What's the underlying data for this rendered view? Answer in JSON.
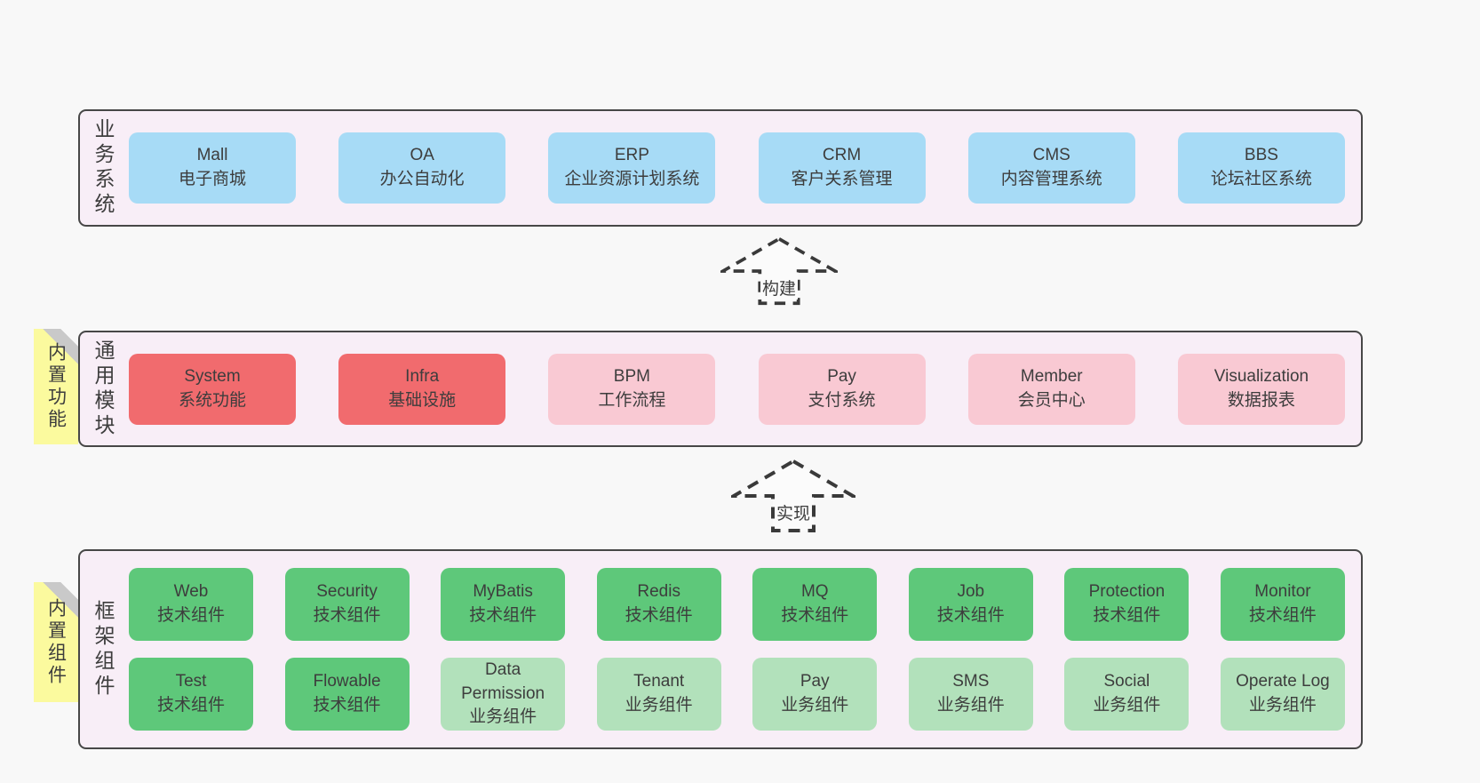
{
  "colors": {
    "page_bg": "#f8f8f8",
    "panel_bg": "#f8eef7",
    "panel_border": "#474747",
    "box_blue": "#a7dbf6",
    "box_red": "#f16b6e",
    "box_pink": "#f9c9d3",
    "box_green": "#5ec87a",
    "box_light_green": "#b2e1bb",
    "note_yellow": "#fbfa9e",
    "note_fold_gray": "#c9c9c9",
    "text": "#3d3d3d",
    "arrow_stroke": "#3a3a3a"
  },
  "layers": [
    {
      "label": "业务系统",
      "boxes": [
        {
          "title": "Mall",
          "subtitle": "电子商城"
        },
        {
          "title": "OA",
          "subtitle": "办公自动化"
        },
        {
          "title": "ERP",
          "subtitle": "企业资源计划系统"
        },
        {
          "title": "CRM",
          "subtitle": "客户关系管理"
        },
        {
          "title": "CMS",
          "subtitle": "内容管理系统"
        },
        {
          "title": "BBS",
          "subtitle": "论坛社区系统"
        }
      ]
    },
    {
      "label": "通用模块",
      "note": "内置功能",
      "boxes": [
        {
          "title": "System",
          "subtitle": "系统功能"
        },
        {
          "title": "Infra",
          "subtitle": "基础设施"
        },
        {
          "title": "BPM",
          "subtitle": "工作流程"
        },
        {
          "title": "Pay",
          "subtitle": "支付系统"
        },
        {
          "title": "Member",
          "subtitle": "会员中心"
        },
        {
          "title": "Visualization",
          "subtitle": "数据报表"
        }
      ]
    },
    {
      "label": "框架组件",
      "note": "内置组件",
      "rows": [
        [
          {
            "title": "Web",
            "subtitle": "技术组件"
          },
          {
            "title": "Security",
            "subtitle": "技术组件"
          },
          {
            "title": "MyBatis",
            "subtitle": "技术组件"
          },
          {
            "title": "Redis",
            "subtitle": "技术组件"
          },
          {
            "title": "MQ",
            "subtitle": "技术组件"
          },
          {
            "title": "Job",
            "subtitle": "技术组件"
          },
          {
            "title": "Protection",
            "subtitle": "技术组件"
          },
          {
            "title": "Monitor",
            "subtitle": "技术组件"
          }
        ],
        [
          {
            "title": "Test",
            "subtitle": "技术组件"
          },
          {
            "title": "Flowable",
            "subtitle": "技术组件"
          },
          {
            "title": "Data Permission",
            "subtitle": "业务组件"
          },
          {
            "title": "Tenant",
            "subtitle": "业务组件"
          },
          {
            "title": "Pay",
            "subtitle": "业务组件"
          },
          {
            "title": "SMS",
            "subtitle": "业务组件"
          },
          {
            "title": "Social",
            "subtitle": "业务组件"
          },
          {
            "title": "Operate Log",
            "subtitle": "业务组件"
          }
        ]
      ]
    }
  ],
  "arrows": [
    {
      "label": "构建"
    },
    {
      "label": "实现"
    }
  ]
}
